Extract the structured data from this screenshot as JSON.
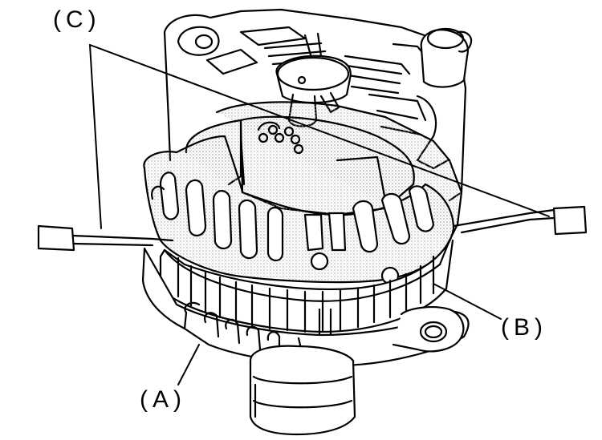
{
  "callouts": {
    "c": "(C)",
    "b": "(B)",
    "a": "(A)"
  },
  "colors": {
    "ink": "#000000",
    "paper": "#ffffff",
    "stipple": "#9a9a9a"
  }
}
